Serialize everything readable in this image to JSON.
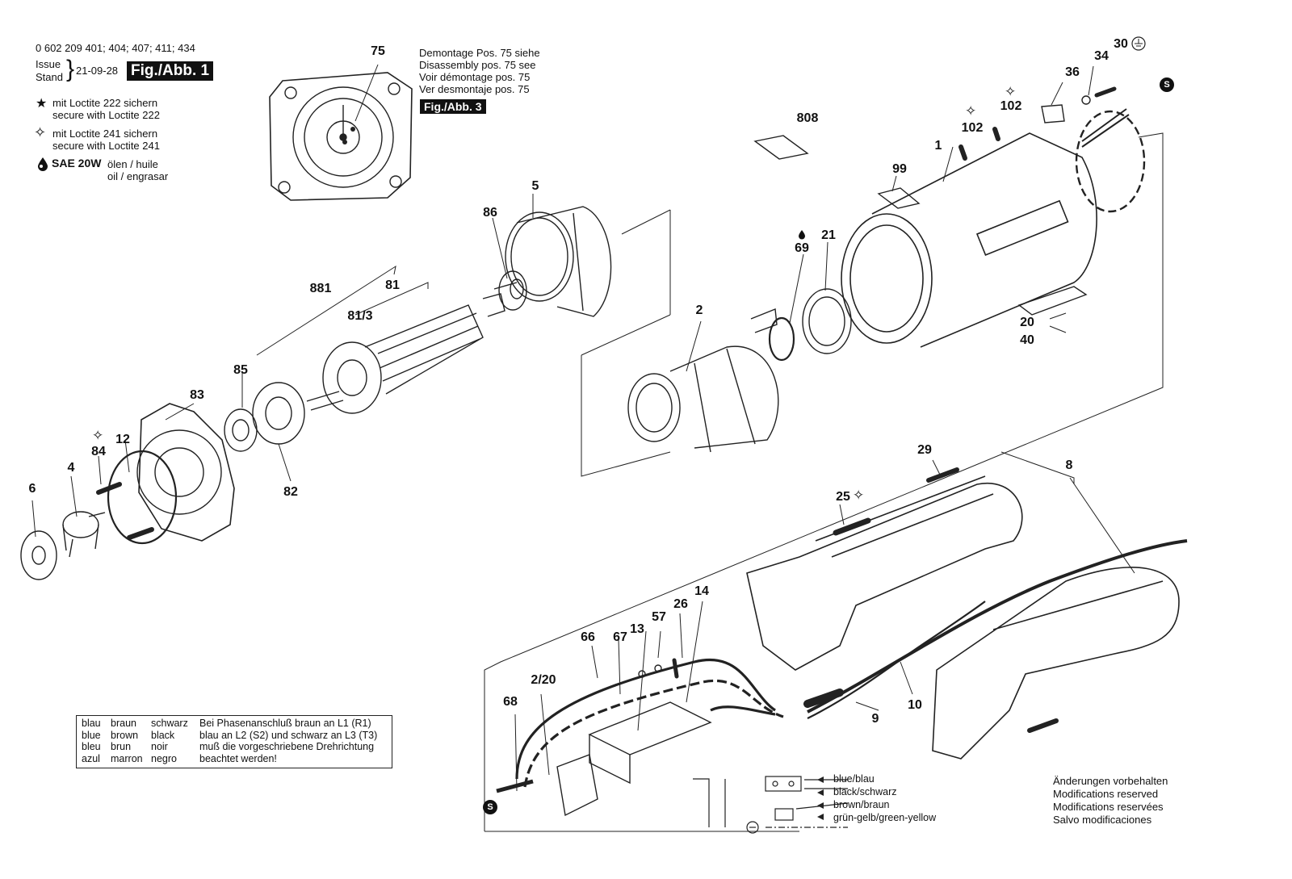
{
  "header": {
    "part_numbers": "0 602 209 401; 404; 407; 411; 434",
    "issue_label": "Issue",
    "stand_label": "Stand",
    "date": "21-09-28",
    "figure_label": "Fig./Abb. 1"
  },
  "legend": {
    "loctite222_de": "mit Loctite 222 sichern",
    "loctite222_en": "secure with Loctite 222",
    "loctite241_de": "mit Loctite 241 sichern",
    "loctite241_en": "secure with Loctite 241",
    "oil_grade": "SAE 20W",
    "oil_line1": "ölen / huile",
    "oil_line2": "oil / engrasar"
  },
  "disassembly_note": {
    "lines": [
      "Demontage Pos. 75 siehe",
      "Disassembly pos. 75 see",
      "Voir démontage pos. 75",
      "Ver desmontaje pos. 75"
    ],
    "figure_ref": "Fig./Abb. 3"
  },
  "part_labels": {
    "p75": "75",
    "p808": "808",
    "p102a": "102",
    "p102b": "102",
    "p36": "36",
    "p34": "34",
    "p30": "30",
    "p99": "99",
    "p1": "1",
    "p5": "5",
    "p86": "86",
    "p881": "881",
    "p81": "81",
    "p81_3": "81/3",
    "p69": "69",
    "p21": "21",
    "p2": "2",
    "p20": "20",
    "p40": "40",
    "p85": "85",
    "p83": "83",
    "p84": "84",
    "p12": "12",
    "p4": "4",
    "p6": "6",
    "p82": "82",
    "p29": "29",
    "p8": "8",
    "p25": "25",
    "p14": "14",
    "p26": "26",
    "p57": "57",
    "p66": "66",
    "p67": "67",
    "p13": "13",
    "p2_20": "2/20",
    "p68": "68",
    "p9": "9",
    "p10": "10"
  },
  "symbols": {
    "s_badge": "S"
  },
  "wire_table": {
    "col_de": [
      "blau",
      "blue",
      "bleu",
      "azul"
    ],
    "col_en": [
      "braun",
      "brown",
      "brun",
      "marron"
    ],
    "col_fr": [
      "schwarz",
      "black",
      "noir",
      "negro"
    ],
    "note": [
      "Bei Phasenanschluß braun an L1 (R1)",
      "blau an L2 (S2) und schwarz an L3 (T3)",
      "muß die vorgeschriebene Drehrichtung",
      "beachtet werden!"
    ]
  },
  "wiring_legend": {
    "blue": "blue/blau",
    "black": "black/schwarz",
    "brown": "brown/braun",
    "ground": "grün-gelb/green-yellow"
  },
  "modifications": [
    "Änderungen vorbehalten",
    "Modifications reserved",
    "Modifications reservées",
    "Salvo modificaciones"
  ]
}
